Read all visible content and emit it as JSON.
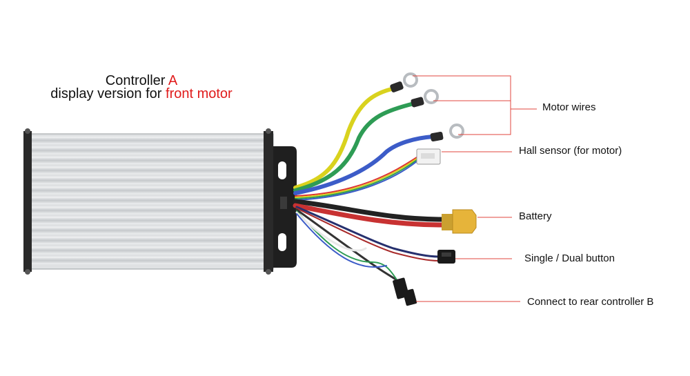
{
  "title": {
    "line1_prefix": "Controller ",
    "line1_accent": "A",
    "line2_prefix": "display version for ",
    "line2_accent": "front motor"
  },
  "labels": {
    "motor_wires": "Motor wires",
    "hall_sensor": "Hall sensor (for motor)",
    "battery": "Battery",
    "button": "Single / Dual button",
    "rear_controller": "Connect to rear controller B"
  },
  "colors": {
    "accent": "#e01b1b",
    "leader_line": "#e0443c",
    "heatsink": "#d8dbde",
    "wire_yellow": "#d9d21e",
    "wire_green": "#2e9c55",
    "wire_blue": "#3c5cc8",
    "connector_battery": "#e6b43a"
  }
}
